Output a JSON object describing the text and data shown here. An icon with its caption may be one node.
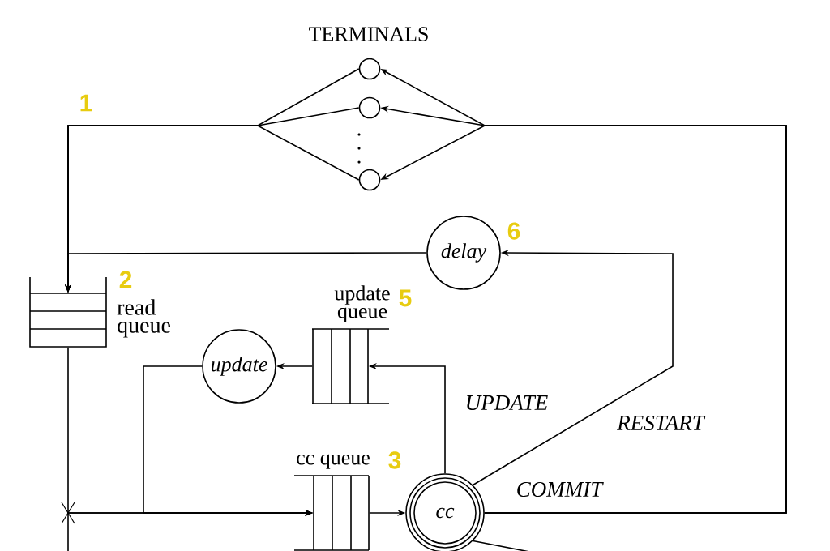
{
  "diagram": {
    "nodes": [
      {
        "text": [],
        "shape": "circle"
      },
      {
        "text": [],
        "shape": "circle"
      },
      {
        "text": [],
        "shape": "circle"
      },
      {
        "text": [
          "delay"
        ]
      },
      {
        "text": [
          "read queue"
        ]
      },
      {
        "text": [
          "update queue"
        ]
      },
      {
        "text": [
          "update"
        ]
      },
      {
        "text": [
          "cc queue"
        ]
      },
      {
        "text": [
          "cc"
        ]
      }
    ],
    "edges": [
      {
        "from": 0,
        "to": 4,
        "arrow": "to"
      },
      {
        "from": 1,
        "to": 4,
        "arrow": "to"
      },
      {
        "from": 2,
        "to": 4,
        "arrow": "to"
      },
      {
        "from": 3,
        "to": 4,
        "arrow": "to"
      },
      {
        "from": 4,
        "to": 7,
        "arrow": "to"
      },
      {
        "from": 6,
        "to": 7,
        "arrow": "to"
      },
      {
        "from": 5,
        "to": 6,
        "arrow": "to"
      },
      {
        "from": 8,
        "to": 5,
        "arrow": "to",
        "label": "UPDATE"
      },
      {
        "from": 7,
        "to": 8,
        "arrow": "to"
      },
      {
        "from": 8,
        "to": 3,
        "arrow": "to",
        "label": "RESTART"
      },
      {
        "from": 8,
        "to": 0,
        "arrow": "to",
        "label": "COMMIT"
      },
      {
        "from": 8,
        "to": 1,
        "arrow": "to"
      },
      {
        "from": 8,
        "to": 2,
        "arrow": "to"
      },
      {
        "from": 8,
        "to": null,
        "arrow": "none"
      },
      {
        "from": null,
        "to": 7,
        "arrow": "to"
      }
    ],
    "labels": [
      "TERMINALS",
      "1",
      "6",
      "2",
      "5",
      "3"
    ]
  }
}
